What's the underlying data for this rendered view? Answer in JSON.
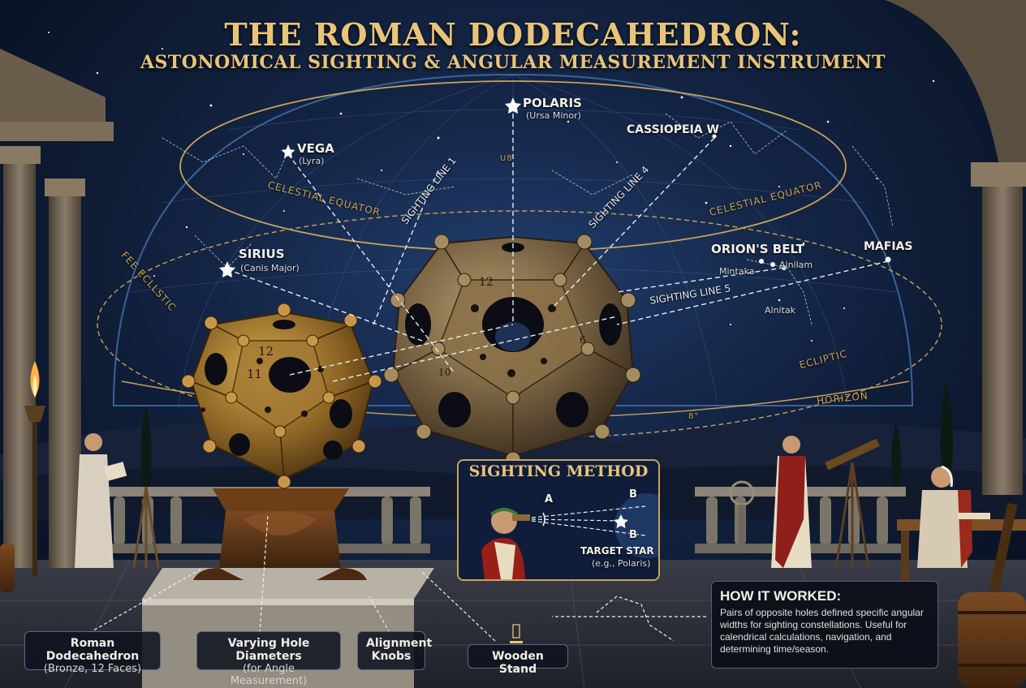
{
  "title": "THE ROMAN DODECAHEDRON:",
  "subtitle": "ASTONOMICAL SIGHTING & ANGULAR MEASUREMENT INSTRUMENT",
  "stars": {
    "polaris": {
      "name": "POLARIS",
      "sub": "(Ursa Minor)"
    },
    "vega": {
      "name": "VEGA",
      "sub": "(Lyra)"
    },
    "sirius": {
      "name": "SIRIUS",
      "sub": "(Canis Major)"
    },
    "cassiopeia": {
      "name": "CASSIOPEIA W"
    },
    "orion": {
      "name": "ORION'S BELT",
      "stars": [
        "Mintaka",
        "Alnilam",
        "Alnitak"
      ]
    },
    "mafias": {
      "name": "MAFIAS"
    }
  },
  "sky_labels": {
    "celestial_equator_left": "CELESTIAL EQUATOR",
    "celestial_equator_right": "CELESTIAL EQUATOR",
    "ecliptic_left": "FEE ECLLSTIC",
    "ecliptic_right": "ECLIPTIC",
    "horizon": "HORIZON",
    "u8": "U8",
    "deg8": "8°"
  },
  "sighting_lines": [
    "SIGHTING LINE 1",
    "SIGHTING LINE 4",
    "SIGHTING LINE 5"
  ],
  "dodeca_numbers": {
    "left": [
      "12",
      "11"
    ],
    "right": [
      "12",
      "10",
      "6"
    ]
  },
  "method": {
    "title": "SIGHTING METHOD",
    "point_a": "A",
    "point_b1": "B",
    "point_b2": "B",
    "target": "TARGET STAR",
    "target_sub": "(e.g., Polaris)"
  },
  "callouts": {
    "dodecahedron": {
      "title": "Roman Dodecahedron",
      "sub": "(Bronze, 12 Faces)"
    },
    "holes": {
      "title": "Varying Hole Diameters",
      "sub": "(for Angle Measurement)"
    },
    "knobs": {
      "title": "Alignment",
      "sub": "Knobs"
    },
    "stand": {
      "title": "Wooden Stand"
    }
  },
  "how": {
    "heading": "HOW IT WORKED:",
    "body": "Pairs of opposite holes defined specific angular widths for sighting constellations. Useful for calendrical calculations, navigation, and determining time/season."
  },
  "colors": {
    "gold": "#c9a35a",
    "bronze": "#9a7434",
    "sky": "#12223f"
  }
}
